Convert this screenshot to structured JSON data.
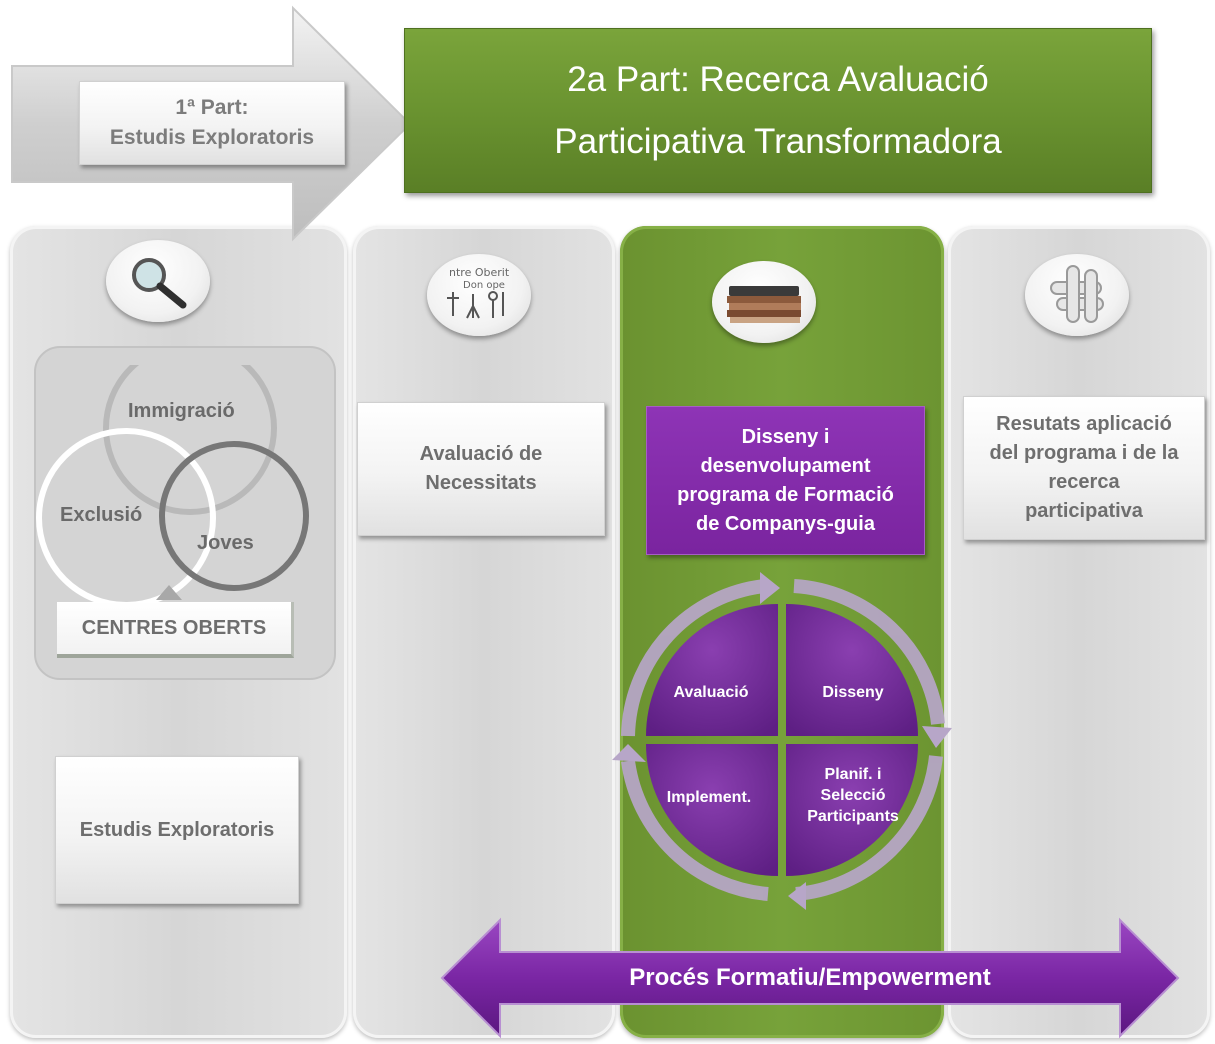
{
  "header": {
    "part1_line1": "1ª Part:",
    "part1_line2": "Estudis Exploratoris",
    "part2_line1": "2a Part: Recerca Avaluació",
    "part2_line2": "Participativa Transformadora"
  },
  "column1": {
    "icon": "magnifier-icon",
    "venn": {
      "circle_top": "Immigració",
      "circle_left": "Exclusió",
      "circle_right": "Joves"
    },
    "base_label": "CENTRES OBERTS",
    "box_label": "Estudis Exploratoris"
  },
  "column2": {
    "icon": "children-drawing-icon",
    "box_label_line1": "Avaluació de",
    "box_label_line2": "Necessitats"
  },
  "column3": {
    "icon": "notebooks-icon",
    "box_line1": "Disseny  i",
    "box_line2": "desenvolupament",
    "box_line3": "programa de Formació",
    "box_line4": "de Companys-guia",
    "cycle": {
      "q1": "Avaluació",
      "q2": "Disseny",
      "q3_line1": "Planif. i",
      "q3_line2": "Selecció",
      "q3_line3": "Participants",
      "q4": "Implement."
    }
  },
  "column4": {
    "icon": "joined-hands-icon",
    "box_line1": "Resutats aplicació",
    "box_line2": "del programa i de la",
    "box_line3": "recerca",
    "box_line4": "participativa"
  },
  "bottom_arrow": {
    "label": "Procés Formatiu/Empowerment"
  },
  "colors": {
    "green": "#6f9a32",
    "purple": "#7a2aa0",
    "gray": "#d8d8d8",
    "text_gray": "#6e6e6e"
  }
}
